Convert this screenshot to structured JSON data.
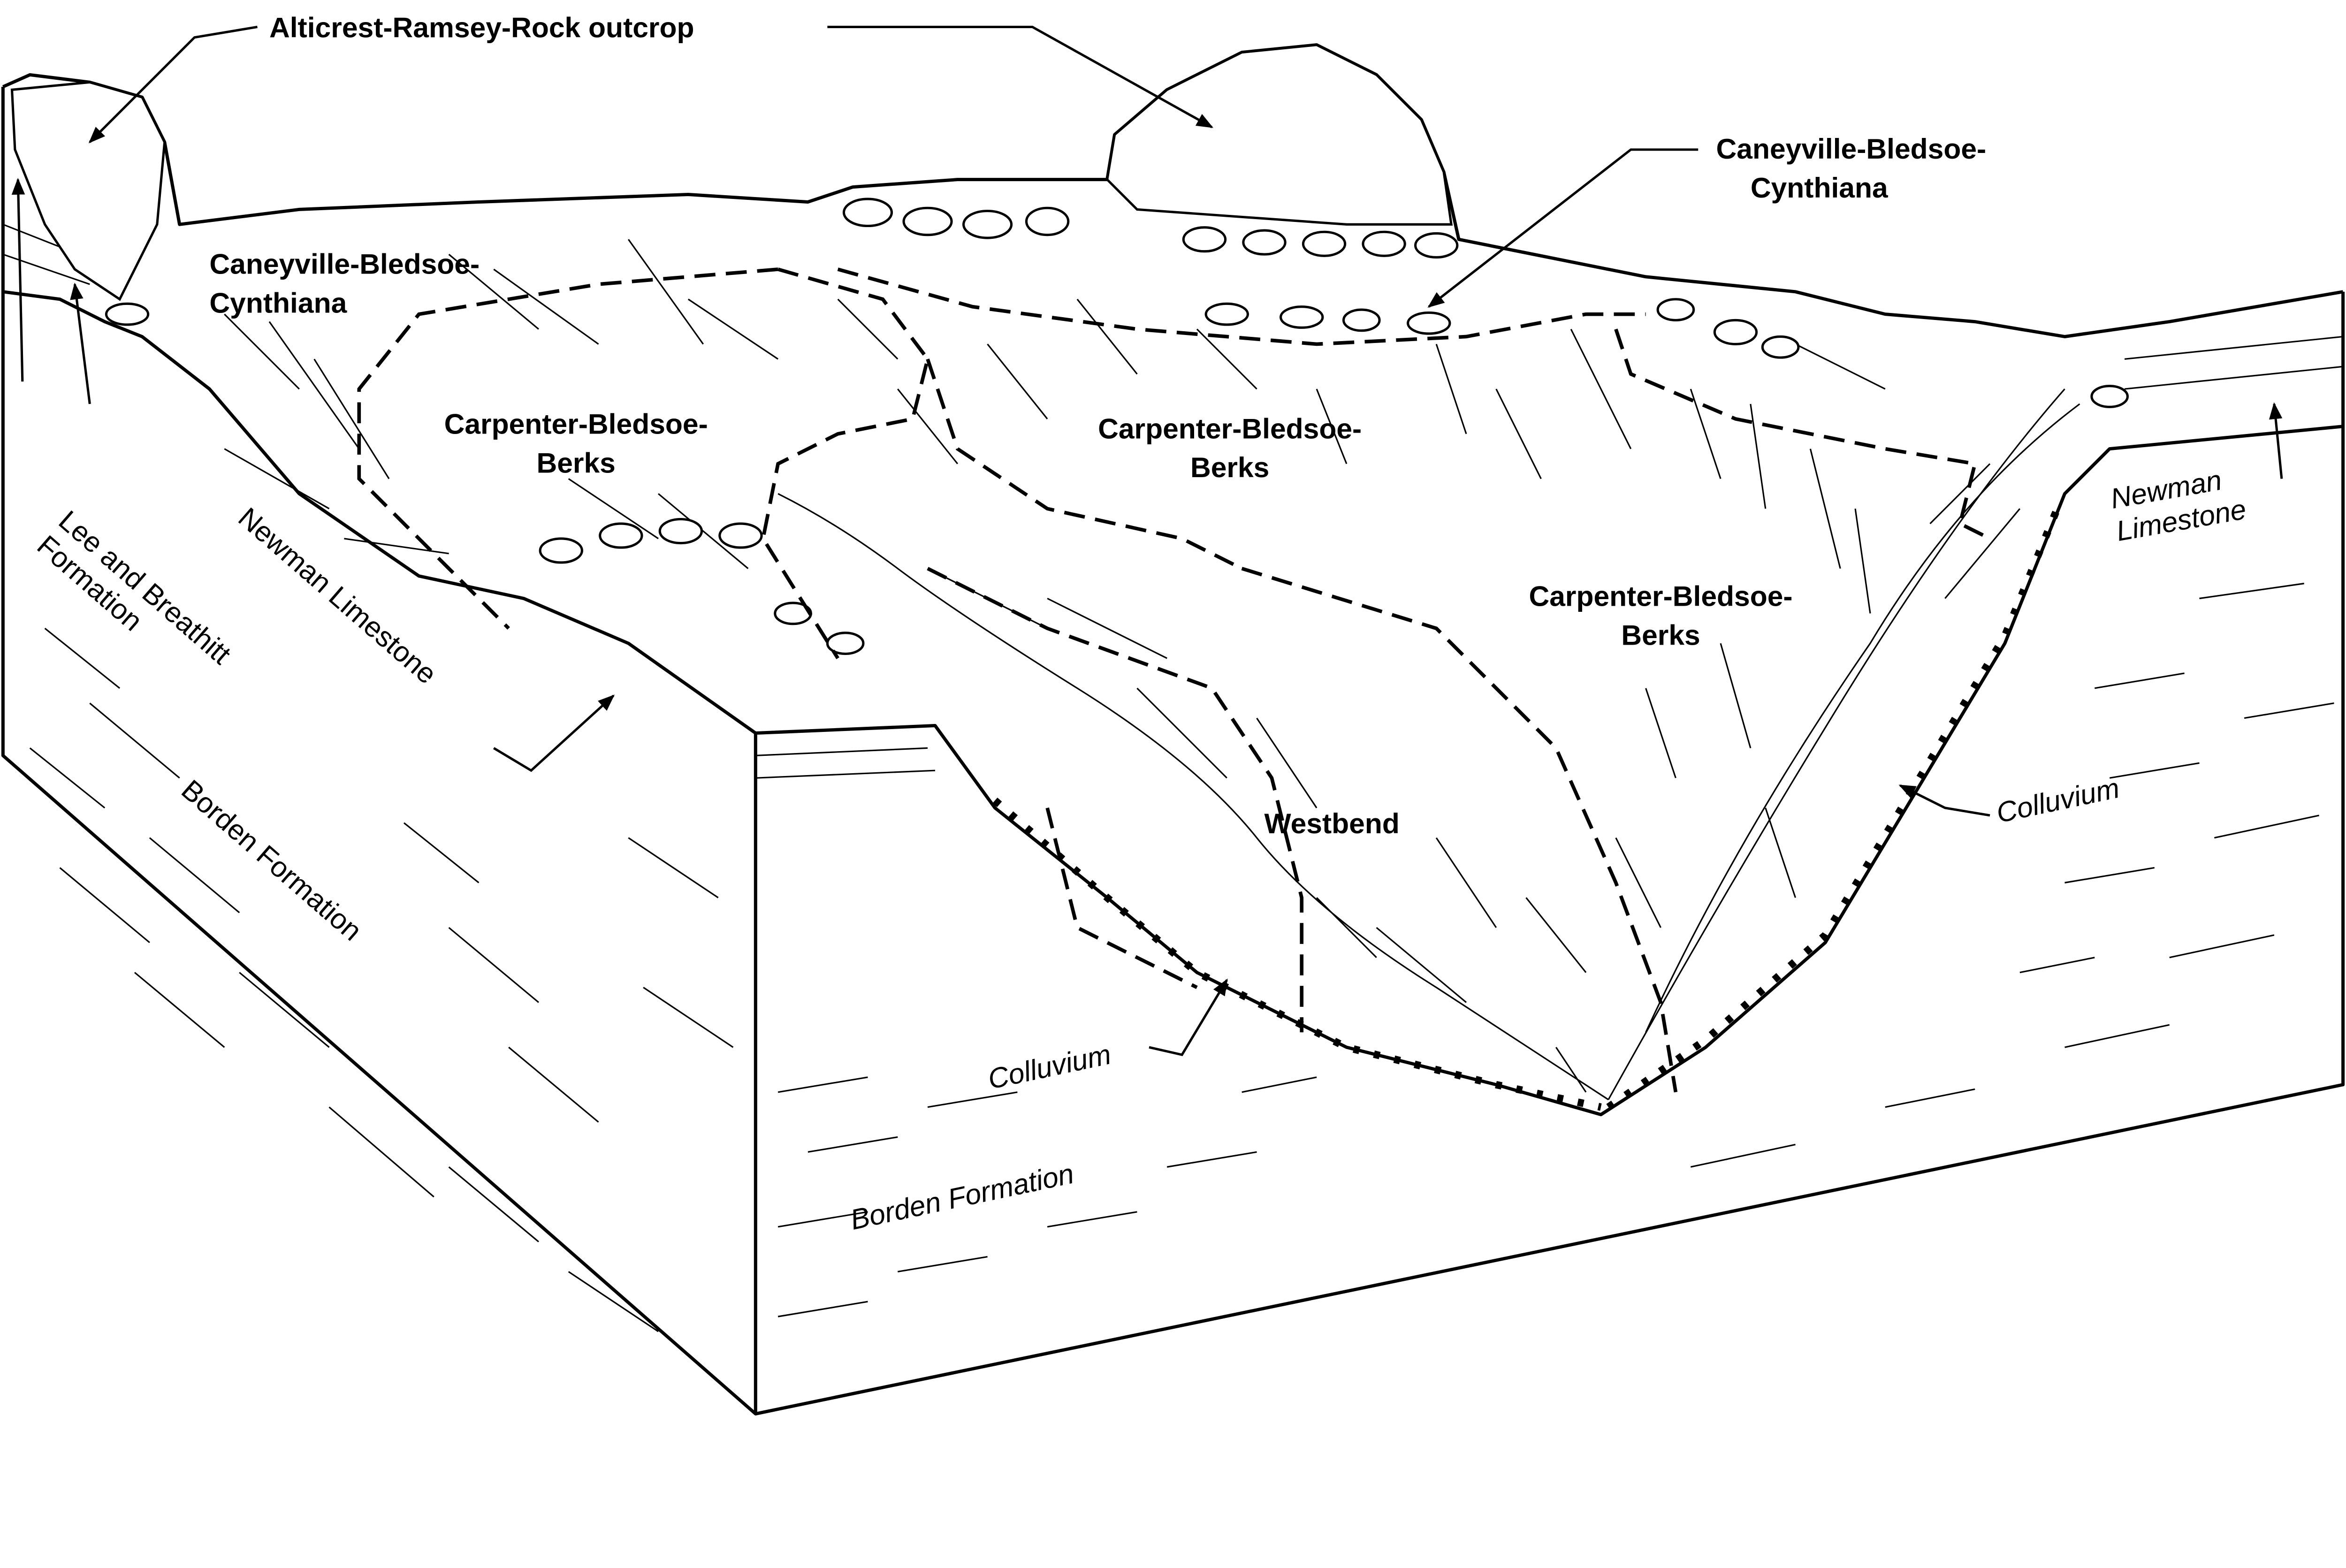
{
  "labels": {
    "outcrop": "Alticrest-Ramsey-Rock outcrop",
    "caneyville_right": [
      "Caneyville-Bledsoe-",
      "Cynthiana"
    ],
    "caneyville_left": [
      "Caneyville-Bledsoe-",
      "Cynthiana"
    ],
    "carpenter_left": [
      "Carpenter-Bledsoe-",
      "Berks"
    ],
    "carpenter_center": [
      "Carpenter-Bledsoe-",
      "Berks"
    ],
    "carpenter_right": [
      "Carpenter-Bledsoe-",
      "Berks"
    ],
    "westbend": "Westbend",
    "newman_left": "Newman Limestone",
    "lee_breathitt": [
      "Lee and Breathitt",
      "Formation"
    ],
    "borden_left": "Borden Formation",
    "newman_right": [
      "Newman",
      "Limestone"
    ],
    "colluvium_right": "Colluvium",
    "colluvium_left": "Colluvium",
    "borden_front": "Borden Formation"
  }
}
